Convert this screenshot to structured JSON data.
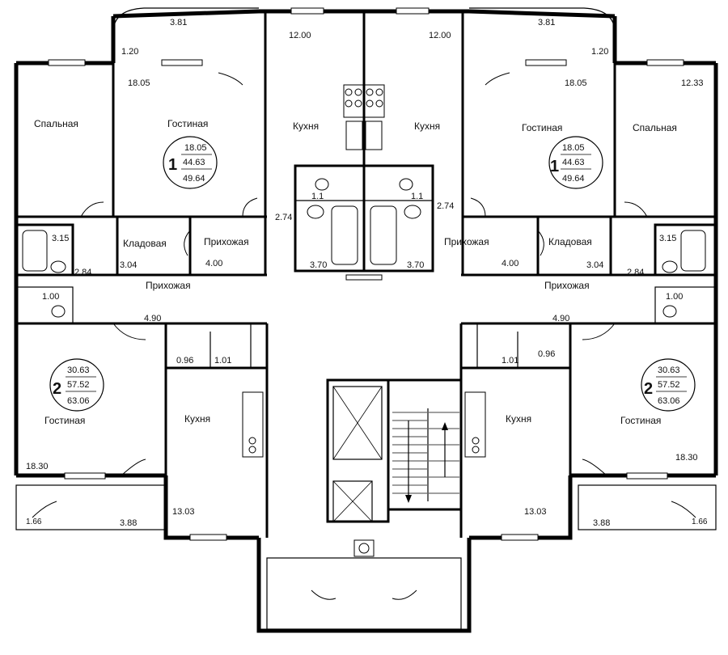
{
  "rooms": {
    "ul_bedroom": "Спальная",
    "ul_living": "Гостиная",
    "ul_kitchen": "Кухня",
    "ur_kitchen": "Кухня",
    "ur_living": "Гостиная",
    "ur_bedroom": "Спальная",
    "ul_storage": "Кладовая",
    "ul_hall": "Прихожая",
    "ur_hall": "Прихожая",
    "ur_storage": "Кладовая",
    "l_corridor": "Прихожая",
    "r_corridor": "Прихожая",
    "ll_living": "Гостиная",
    "ll_kitchen": "Кухня",
    "lr_kitchen": "Кухня",
    "lr_living": "Гостиная"
  },
  "areas": {
    "ul_balcony_a": "3.81",
    "ul_balcony_b": "1.20",
    "ul_living": "18.05",
    "ul_kitchen": "12.00",
    "ur_kitchen": "12.00",
    "ur_balcony_a": "3.81",
    "ur_balcony_b": "1.20",
    "ur_living": "18.05",
    "ur_bedroom": "12.33",
    "ul_wc": "1.1",
    "ur_wc": "1.1",
    "ul_hall_small": "2.74",
    "ur_hall_small": "2.74",
    "ul_bath_left": "3.15",
    "ul_bath_left_b": "2.84",
    "ul_storage": "3.04",
    "ul_hall": "4.00",
    "ul_bath": "3.70",
    "ur_bath": "3.70",
    "ur_hall": "4.00",
    "ur_storage": "3.04",
    "ur_bath_right": "3.15",
    "ur_bath_right_b": "2.84",
    "l_wc": "1.00",
    "r_wc": "1.00",
    "l_corridor": "4.90",
    "r_corridor": "4.90",
    "ll_closet_a": "0.96",
    "ll_closet_b": "1.01",
    "lr_closet_b": "1.01",
    "lr_closet_a": "0.96",
    "ll_living": "18.30",
    "lr_living": "18.30",
    "ll_balcony_a": "1.66",
    "ll_balcony_b": "3.88",
    "ll_kitchen": "13.03",
    "lr_kitchen": "13.03",
    "lr_balcony_b": "3.88",
    "lr_balcony_a": "1.66"
  },
  "apartments": {
    "ul": {
      "rooms": "1",
      "living": "18.05",
      "total": "44.63",
      "with_balcony": "49.64"
    },
    "ur": {
      "rooms": "1",
      "living": "18.05",
      "total": "44.63",
      "with_balcony": "49.64"
    },
    "ll": {
      "rooms": "2",
      "living": "30.63",
      "total": "57.52",
      "with_balcony": "63.06"
    },
    "lr": {
      "rooms": "2",
      "living": "30.63",
      "total": "57.52",
      "with_balcony": "63.06"
    }
  }
}
